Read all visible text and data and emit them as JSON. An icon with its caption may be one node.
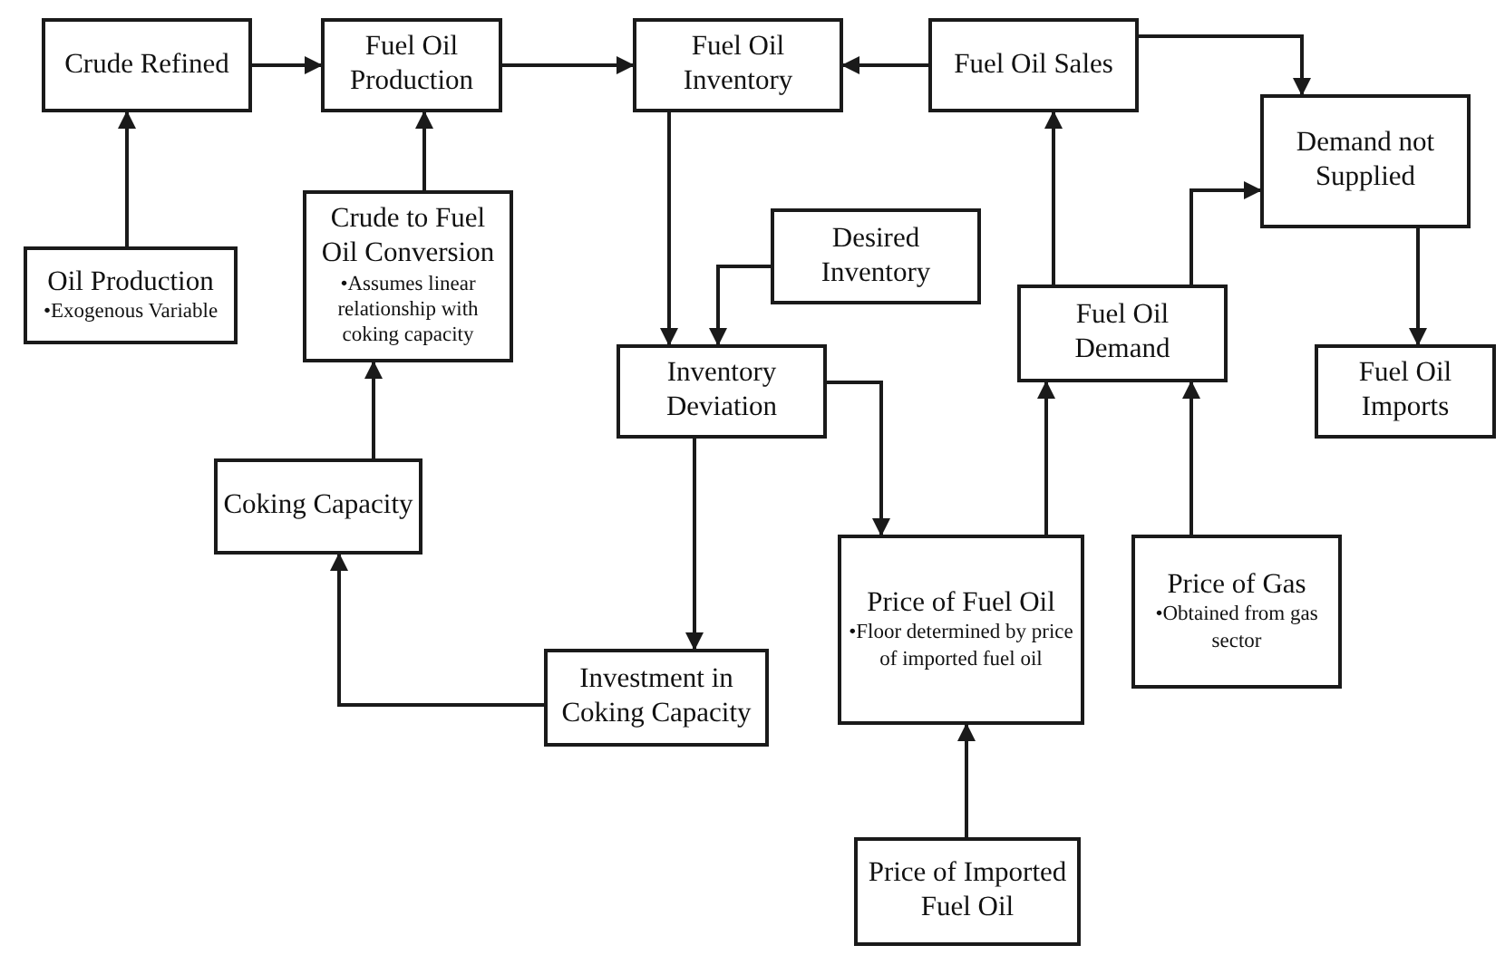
{
  "diagram": {
    "nodes": [
      {
        "text": [
          "Crude Refined"
        ]
      },
      {
        "text": [
          "Fuel Oil Production"
        ]
      },
      {
        "text": [
          "Fuel Oil Inventory"
        ]
      },
      {
        "text": [
          "Fuel Oil Sales"
        ]
      },
      {
        "text": [
          "Demand not Supplied"
        ]
      },
      {
        "text": [
          "Oil Production",
          "•Exogenous Variable"
        ]
      },
      {
        "text": [
          "Crude to Fuel Oil Conversion",
          "•Assumes linear relationship with coking capacity"
        ]
      },
      {
        "text": [
          "Desired Inventory"
        ]
      },
      {
        "text": [
          "Inventory Deviation"
        ]
      },
      {
        "text": [
          "Fuel Oil Demand"
        ]
      },
      {
        "text": [
          "Fuel Oil Imports"
        ]
      },
      {
        "text": [
          "Coking Capacity"
        ]
      },
      {
        "text": [
          "Investment in Coking Capacity"
        ]
      },
      {
        "text": [
          "Price of Fuel Oil",
          "•Floor determined by price of imported fuel oil"
        ]
      },
      {
        "text": [
          "Price of Gas",
          "•Obtained from gas sector"
        ]
      },
      {
        "text": [
          "Price of Imported Fuel Oil"
        ]
      }
    ],
    "edges": [
      {
        "from": 0,
        "to": 1,
        "arrow": "to"
      },
      {
        "from": 1,
        "to": 2,
        "arrow": "to"
      },
      {
        "from": 3,
        "to": 2,
        "arrow": "to"
      },
      {
        "from": 3,
        "to": 4,
        "arrow": "to"
      },
      {
        "from": 5,
        "to": 0,
        "arrow": "to"
      },
      {
        "from": 6,
        "to": 1,
        "arrow": "to"
      },
      {
        "from": 11,
        "to": 6,
        "arrow": "to"
      },
      {
        "from": 2,
        "to": 8,
        "arrow": "to"
      },
      {
        "from": 7,
        "to": 8,
        "arrow": "to"
      },
      {
        "from": 8,
        "to": 13,
        "arrow": "to"
      },
      {
        "from": 8,
        "to": 12,
        "arrow": "to"
      },
      {
        "from": 12,
        "to": 11,
        "arrow": "to"
      },
      {
        "from": 13,
        "to": 9,
        "arrow": "to"
      },
      {
        "from": 9,
        "to": 3,
        "arrow": "to"
      },
      {
        "from": 9,
        "to": 4,
        "arrow": "to"
      },
      {
        "from": 14,
        "to": 9,
        "arrow": "to"
      },
      {
        "from": 15,
        "to": 13,
        "arrow": "to"
      },
      {
        "from": 4,
        "to": 10,
        "arrow": "to"
      }
    ]
  }
}
